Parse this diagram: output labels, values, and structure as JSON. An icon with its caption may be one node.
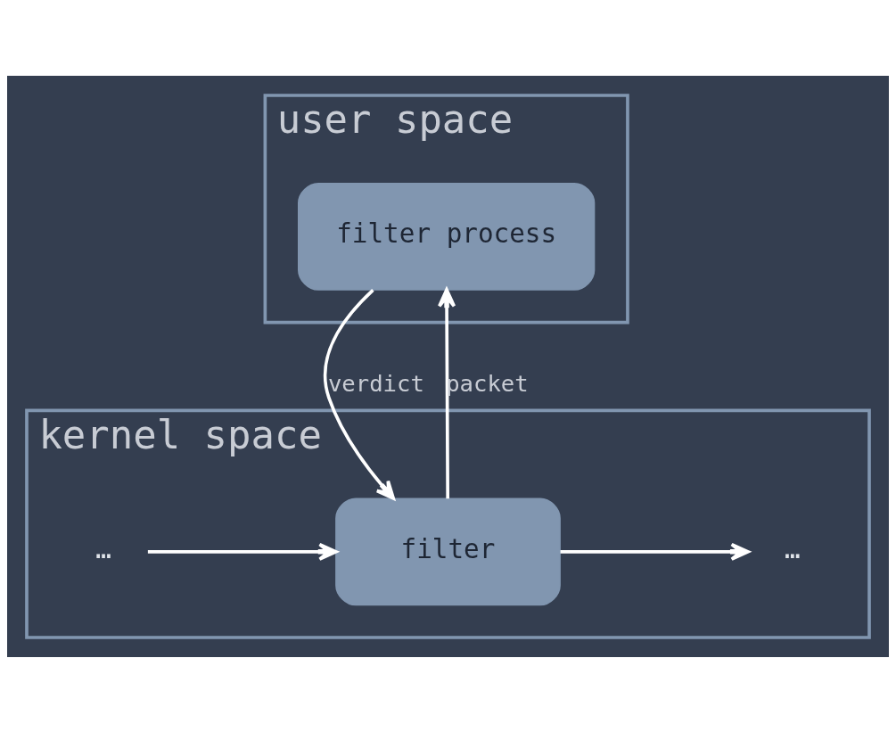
{
  "diagram": {
    "nodes": [
      {
        "text": [
          "user space"
        ]
      },
      {
        "text": [
          "filter process"
        ],
        "in": 0
      },
      {
        "text": [
          "kernel space"
        ]
      },
      {
        "text": [
          "filter"
        ],
        "in": 2
      },
      {
        "text": [
          "…"
        ],
        "in": 2
      },
      {
        "text": [
          "…"
        ],
        "in": 2
      }
    ],
    "edges": [
      {
        "from": 3,
        "to": 1,
        "arrow": "to",
        "label": "packet"
      },
      {
        "from": 1,
        "to": 3,
        "arrow": "to",
        "label": "verdict"
      },
      {
        "from": 4,
        "to": 3,
        "arrow": "to"
      },
      {
        "from": 3,
        "to": 5,
        "arrow": "to"
      }
    ]
  }
}
